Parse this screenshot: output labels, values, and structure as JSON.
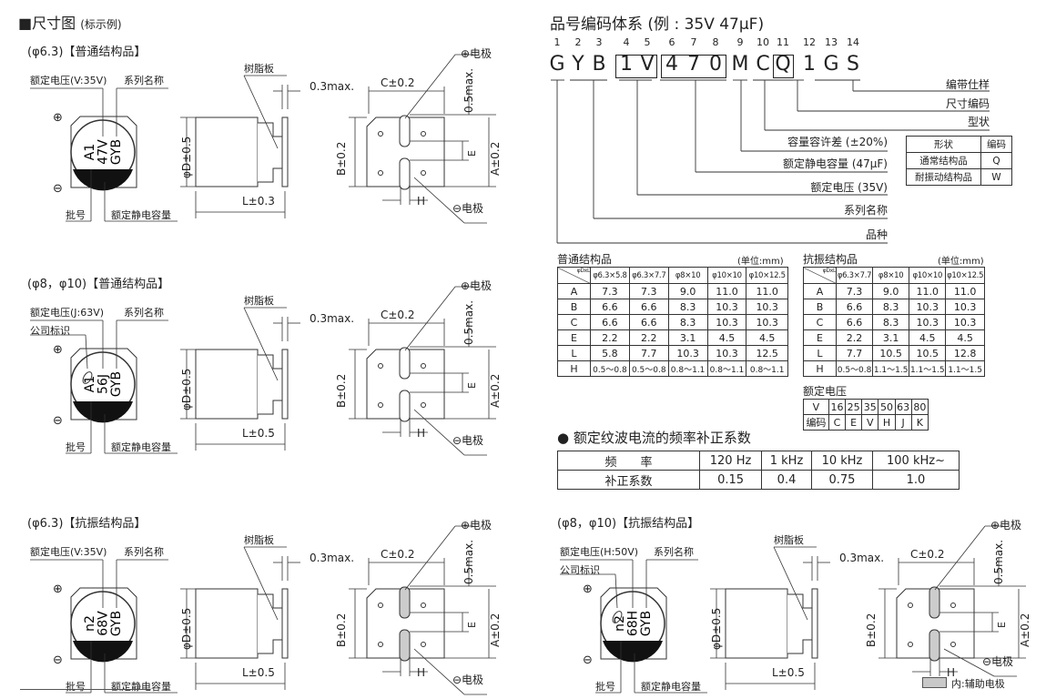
{
  "page_title": "■尺寸图",
  "page_subtitle": "(标示例)",
  "panels": [
    {
      "title": "(φ6.3)【普通结构品】",
      "voltage_label": "额定电压(V:35V)",
      "series_label": "系列名称",
      "company_label": "",
      "lot_label": "批号",
      "capacitance_label": "额定静电容量",
      "marking": [
        "A1",
        "47V",
        "GYB"
      ],
      "plus": "⊕",
      "minus": "⊖",
      "resin_label": "树脂板",
      "lead_dim": "0.3max.",
      "top_dim": "0.5max.",
      "C": "C±0.2",
      "D": "φD±0.5",
      "L": "L±0.3",
      "B": "B±0.2",
      "A": "A±0.2",
      "E": "E",
      "H": "H",
      "plus_electrode": "⊕电极",
      "minus_electrode": "⊖电极"
    },
    {
      "title": "(φ8，φ10)【普通结构品】",
      "voltage_label": "额定电压(J:63V)",
      "series_label": "系列名称",
      "company_label": "公司标识",
      "lot_label": "批号",
      "capacitance_label": "额定静电容量",
      "marking": [
        "A1",
        "56J",
        "GYB"
      ],
      "plus": "⊕",
      "minus": "⊖",
      "resin_label": "树脂板",
      "lead_dim": "0.3max.",
      "top_dim": "0.5max.",
      "C": "C±0.2",
      "D": "φD±0.5",
      "L": "L±0.5",
      "B": "B±0.2",
      "A": "A±0.2",
      "E": "E",
      "H": "H",
      "plus_electrode": "⊕电极",
      "minus_electrode": "⊖电极"
    },
    {
      "title": "(φ6.3)【抗振结构品】",
      "voltage_label": "额定电压(V:35V)",
      "series_label": "系列名称",
      "company_label": "",
      "lot_label": "批号",
      "capacitance_label": "额定静电容量",
      "marking": [
        "n2",
        "68V",
        "GYB"
      ],
      "plus": "⊕",
      "minus": "⊖",
      "resin_label": "树脂板",
      "lead_dim": "0.3max.",
      "top_dim": "0.5max.",
      "C": "C±0.2",
      "D": "φD±0.5",
      "L": "L±0.5",
      "B": "B±0.2",
      "A": "A±0.2",
      "E": "E",
      "H": "H",
      "plus_electrode": "⊕电极",
      "minus_electrode": "⊖电极"
    },
    {
      "title": "(φ8，φ10)【抗振结构品】",
      "voltage_label": "额定电压(H:50V)",
      "series_label": "系列名称",
      "company_label": "公司标识",
      "lot_label": "批号",
      "capacitance_label": "额定静电容量",
      "marking": [
        "n2",
        "68H",
        "GYB"
      ],
      "plus": "⊕",
      "minus": "⊖",
      "resin_label": "树脂板",
      "lead_dim": "0.3max.",
      "top_dim": "0.5max.",
      "C": "C±0.2",
      "D": "φD±0.5",
      "L": "L±0.5",
      "B": "B±0.2",
      "A": "A±0.2",
      "E": "E",
      "H": "H",
      "plus_electrode": "⊕电极",
      "minus_electrode": "⊖电极"
    }
  ],
  "part_code": {
    "title": "品号编码体系 (例 : 35V 47μF)",
    "chars": [
      "G",
      "Y",
      "B",
      "1",
      "V",
      "4",
      "7",
      "0",
      "M",
      "C",
      "Q",
      "1",
      "G",
      "S"
    ],
    "positions": [
      "1",
      "2",
      "3",
      "4",
      "5",
      "6",
      "7",
      "8",
      "9",
      "10",
      "11",
      "12",
      "13",
      "14"
    ],
    "labels": [
      "编带仕样",
      "尺寸编码",
      "型状",
      "容量容许差 (±20%)",
      "额定静电容量 (47μF)",
      "额定电压 (35V)",
      "系列名称",
      "品种"
    ],
    "shape_table": {
      "headers": [
        "形状",
        "编码"
      ],
      "rows": [
        [
          "通常结构品",
          "Q"
        ],
        [
          "耐振动结构品",
          "W"
        ]
      ]
    }
  },
  "normal_table": {
    "title": "普通结构品",
    "unit": "(单位:mm)",
    "corner": "φDxL",
    "columns": [
      "φ6.3×5.8",
      "φ6.3×7.7",
      "φ8×10",
      "φ10×10",
      "φ10×12.5"
    ],
    "rows": [
      [
        "A",
        "7.3",
        "7.3",
        "9.0",
        "11.0",
        "11.0"
      ],
      [
        "B",
        "6.6",
        "6.6",
        "8.3",
        "10.3",
        "10.3"
      ],
      [
        "C",
        "6.6",
        "6.6",
        "8.3",
        "10.3",
        "10.3"
      ],
      [
        "E",
        "2.2",
        "2.2",
        "3.1",
        "4.5",
        "4.5"
      ],
      [
        "L",
        "5.8",
        "7.7",
        "10.3",
        "10.3",
        "12.5"
      ],
      [
        "H",
        "0.5～0.8",
        "0.5～0.8",
        "0.8～1.1",
        "0.8～1.1",
        "0.8～1.1"
      ]
    ]
  },
  "vib_table": {
    "title": "抗振结构品",
    "unit": "(单位:mm)",
    "corner": "φDxL",
    "columns": [
      "φ6.3×7.7",
      "φ8×10",
      "φ10×10",
      "φ10×12.5"
    ],
    "rows": [
      [
        "A",
        "7.3",
        "9.0",
        "11.0",
        "11.0"
      ],
      [
        "B",
        "6.6",
        "8.3",
        "10.3",
        "10.3"
      ],
      [
        "C",
        "6.6",
        "8.3",
        "10.3",
        "10.3"
      ],
      [
        "E",
        "2.2",
        "3.1",
        "4.5",
        "4.5"
      ],
      [
        "L",
        "7.7",
        "10.5",
        "10.5",
        "12.8"
      ],
      [
        "H",
        "0.5～0.8",
        "1.1～1.5",
        "1.1～1.5",
        "1.1～1.5"
      ]
    ]
  },
  "voltage_table": {
    "title": "额定电压",
    "rows": [
      [
        "V",
        "16",
        "25",
        "35",
        "50",
        "63",
        "80"
      ],
      [
        "编码",
        "C",
        "E",
        "V",
        "H",
        "J",
        "K"
      ]
    ]
  },
  "ripple": {
    "title": "● 额定纹波电流的频率补正系数",
    "rows": [
      [
        "频　　率",
        "120 Hz",
        "1 kHz",
        "10 kHz",
        "100 kHz~"
      ],
      [
        "补正系数",
        "0.15",
        "0.4",
        "0.75",
        "1.0"
      ]
    ]
  },
  "legend": {
    "label": "内:辅助电极",
    "swatch_color": "#c8c8c8"
  }
}
